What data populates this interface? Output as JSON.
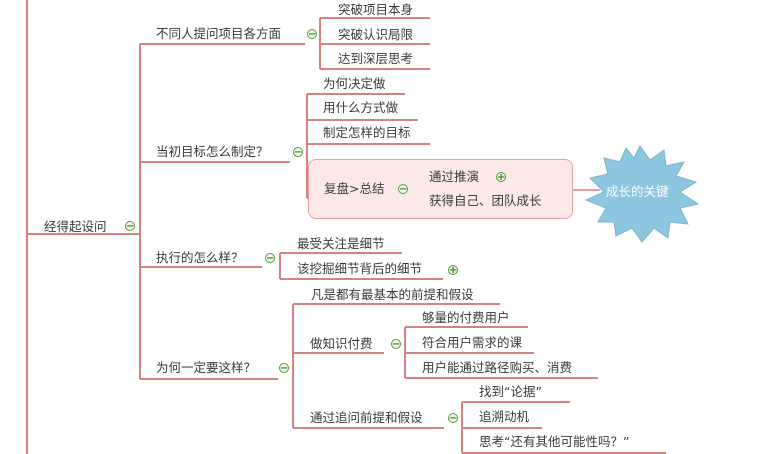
{
  "root": {
    "label": "经得起设问"
  },
  "callout": {
    "label": "成长的关键"
  },
  "colors": {
    "line": "#d98080",
    "toggle": "#5a9a3c",
    "highlight_fill": "#fde8e8",
    "burst": "#8cc6df"
  },
  "branches": [
    {
      "label": "不同人提问项目各方面",
      "children": [
        "突破项目本身",
        "突破认识局限",
        "达到深层思考"
      ]
    },
    {
      "label": "当初目标怎么制定？",
      "children": [
        "为何决定做",
        "用什么方式做",
        "制定怎样的目标"
      ],
      "sub": {
        "label": "复盘>总结",
        "children": [
          "通过推演",
          "获得自己、团队成长"
        ]
      }
    },
    {
      "label": "执行的怎么样？",
      "children": [
        "最受关注是细节",
        "该挖掘细节背后的细节"
      ]
    },
    {
      "label": "为何一定要这样？",
      "children": [
        "凡是都有最基本的前提和假设"
      ],
      "subs": [
        {
          "label": "做知识付费",
          "children": [
            "够量的付费用户",
            "符合用户需求的课",
            "用户能通过路径购买、消费"
          ]
        },
        {
          "label": "通过追问前提和假设",
          "children": [
            "找到“论据”",
            "追溯动机",
            "思考“还有其他可能性吗？”"
          ]
        }
      ]
    }
  ]
}
